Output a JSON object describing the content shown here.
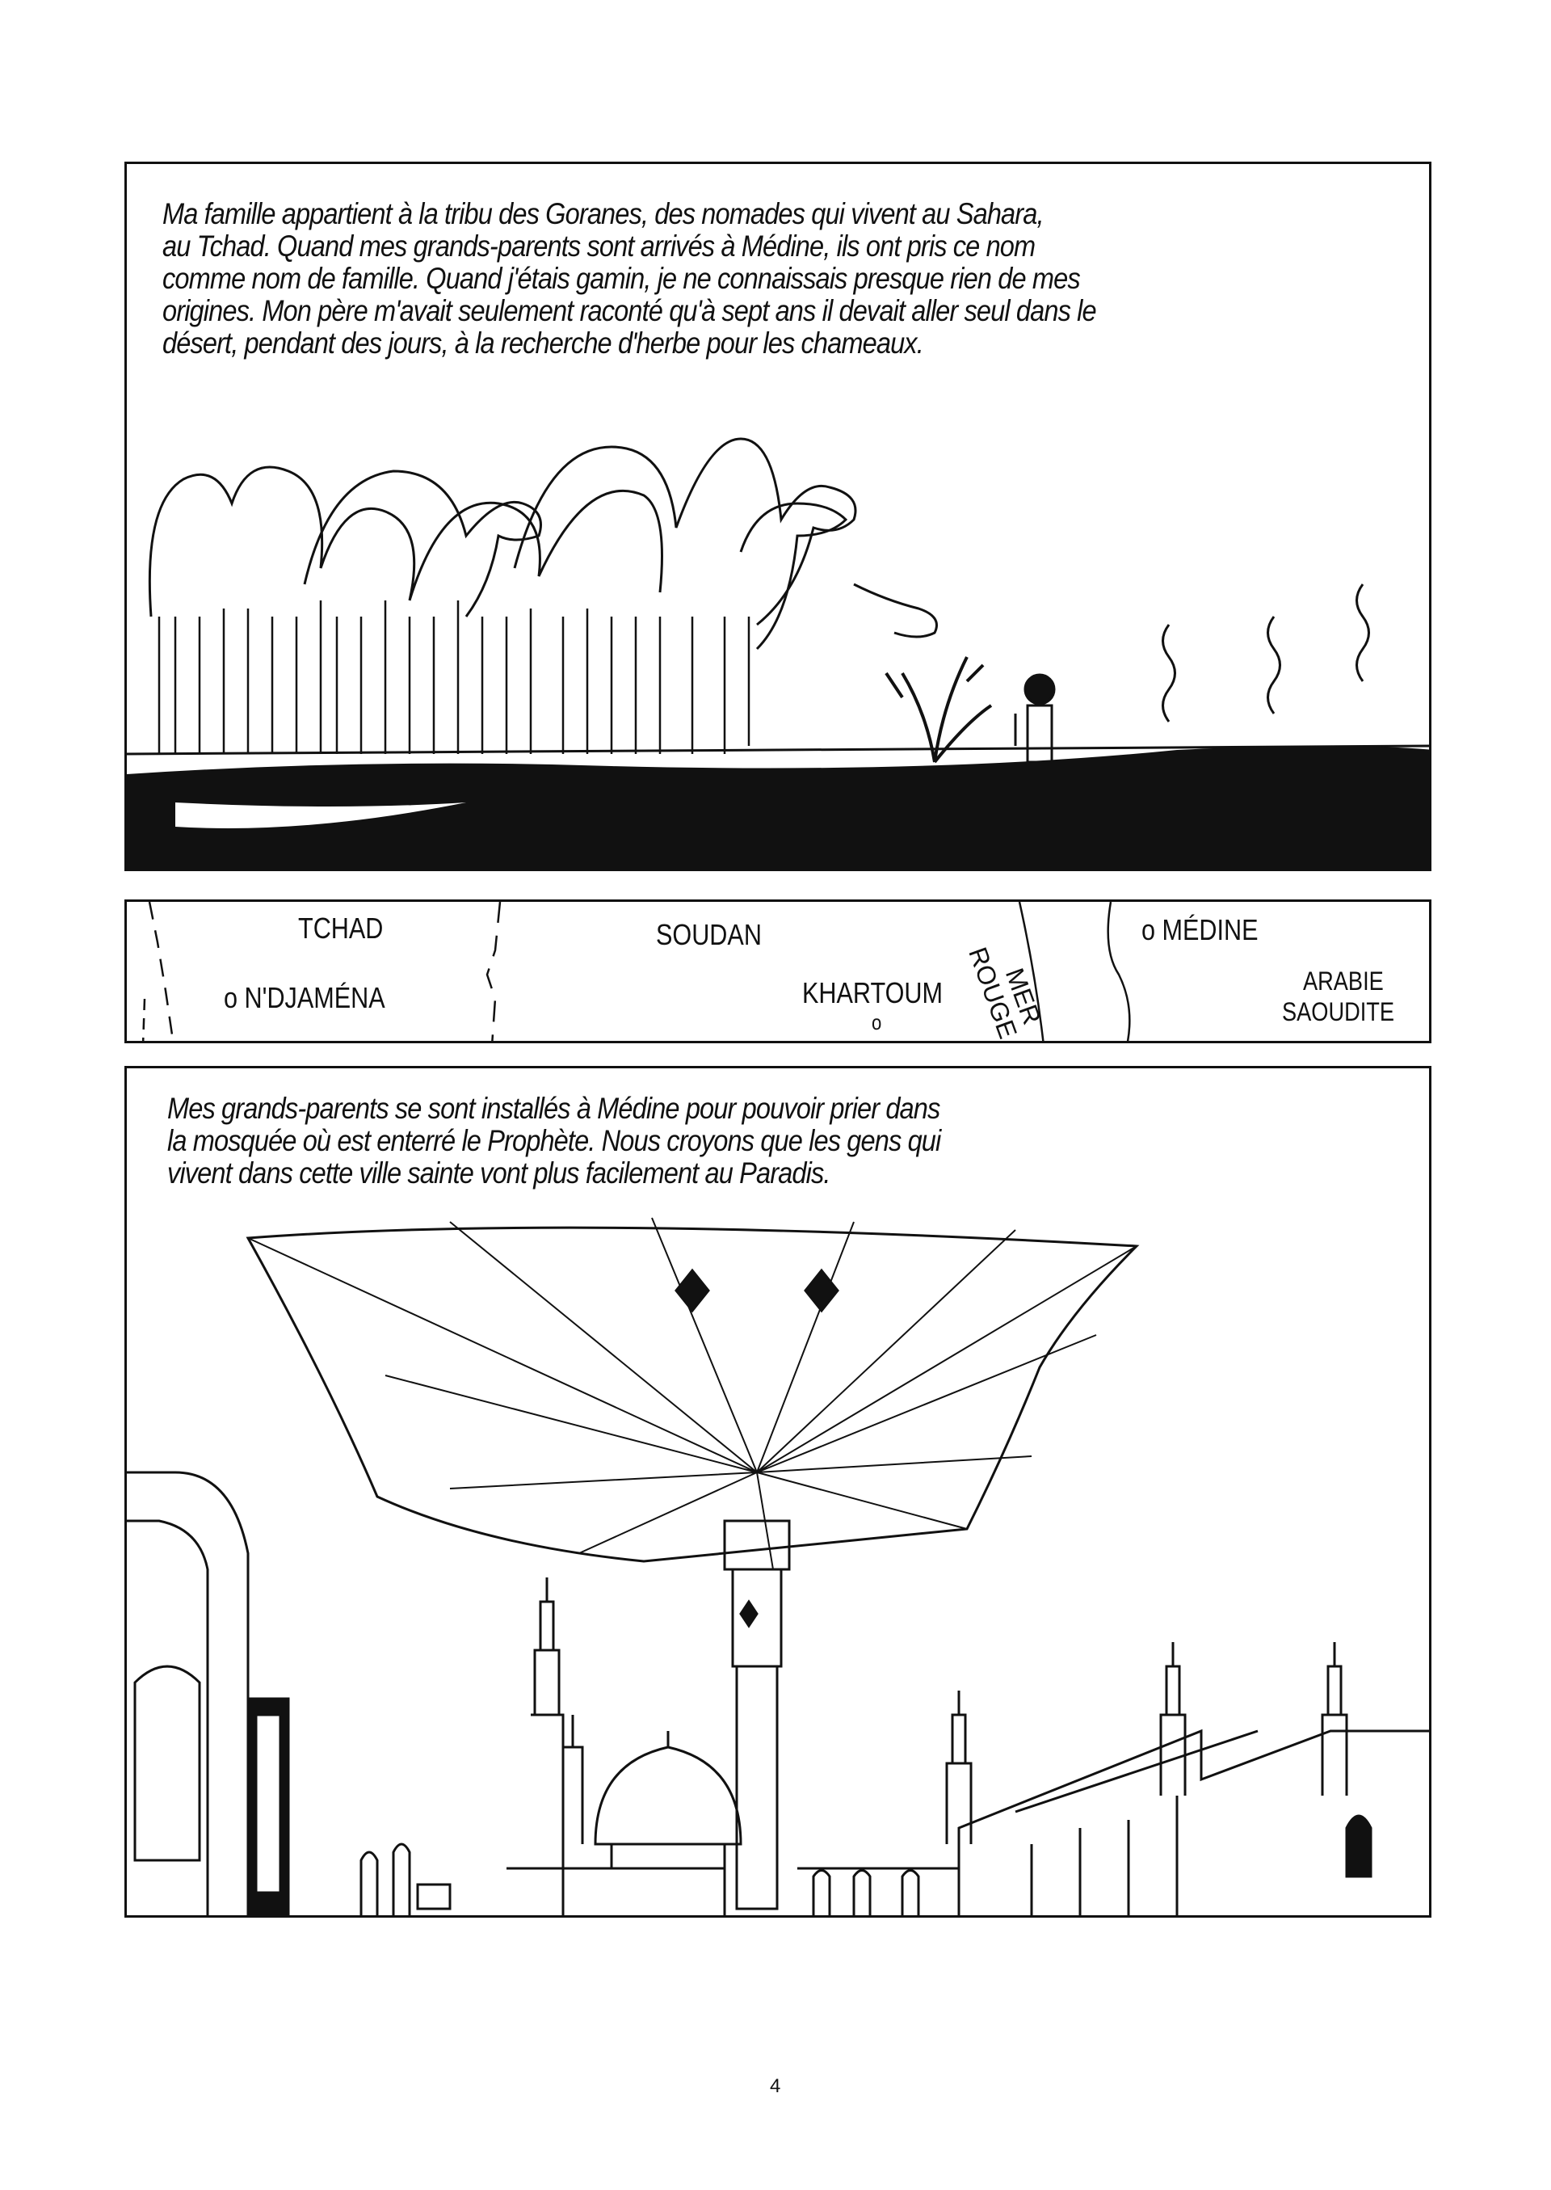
{
  "panel1": {
    "caption": [
      "Ma famille appartient à la tribu des Goranes, des nomades qui vivent au Sahara,",
      "au Tchad. Quand mes grands-parents sont arrivés à Médine, ils ont pris ce nom",
      "comme nom de famille. Quand j'étais gamin, je ne connaissais presque rien de mes",
      "origines. Mon père m'avait seulement raconté qu'à sept ans il devait aller seul dans le",
      "désert, pendant des jours, à la recherche d'herbe pour les chameaux."
    ]
  },
  "map": {
    "tchad": "TCHAD",
    "ndjamena": "o N'DJAMÉNA",
    "soudan": "SOUDAN",
    "khartoum": "KHARTOUM",
    "khartoum_dot": "o",
    "mer": "MER",
    "rouge": "ROUGE",
    "medine": "o MÉDINE",
    "arabie": "ARABIE",
    "saoudite": "SAOUDITE"
  },
  "panel3": {
    "caption": [
      "Mes grands-parents se sont installés à Médine pour pouvoir prier dans",
      "la mosquée où est enterré le Prophète. Nous croyons que les gens qui",
      "vivent dans cette ville sainte vont plus facilement au Paradis."
    ]
  },
  "page_number": "4"
}
